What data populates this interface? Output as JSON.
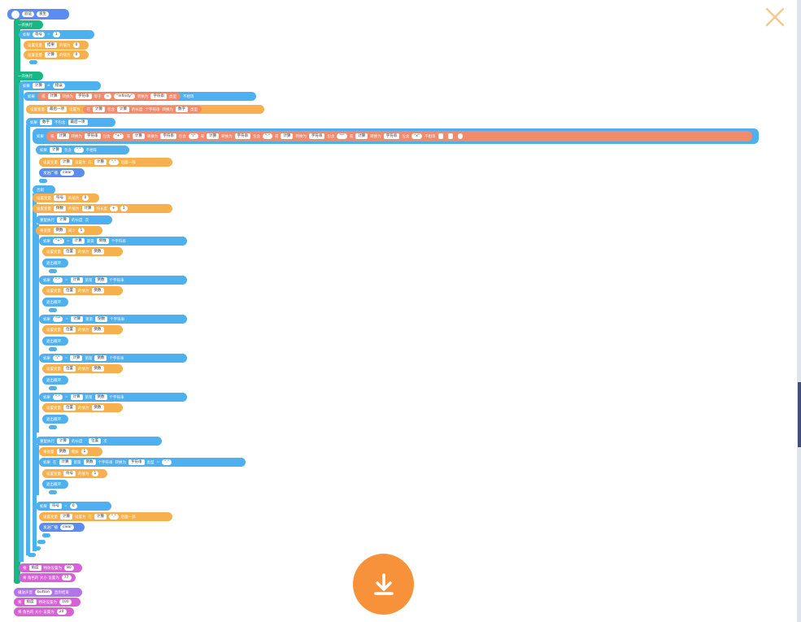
{
  "header": {
    "icon": "flag-icon",
    "tokens": [
      "验证",
      "发生"
    ]
  },
  "sections": [
    {
      "label": "一开执行"
    },
    {
      "label": "一开执行"
    }
  ],
  "rows": [
    [
      "如果",
      "等号",
      "=",
      "1"
    ],
    [
      "设置变量",
      "结果",
      "的值为",
      "0"
    ],
    [
      "设置变量",
      "计算",
      "的值为",
      "0"
    ],
    [
      "如果",
      "计算",
      "≠",
      "错误"
    ],
    [
      "如果",
      "或",
      "计算",
      "转换为",
      "字符串",
      "等于",
      "=",
      "\"Infinity\"",
      "转换为",
      "字符串",
      "类型",
      "不相等"
    ],
    [
      "设置变量",
      "最后一项",
      "设置为",
      "在",
      "计算",
      "包含",
      "计算",
      "的长度",
      "个字符串",
      "转换为",
      "数字",
      "类型"
    ],
    [
      "如果",
      "数字",
      "不包含",
      "最后一项"
    ],
    [
      "如果",
      "或",
      "计算",
      "转换为",
      "字符串",
      "包含",
      "\"+\"",
      "或",
      "计算",
      "转换为",
      "字符串",
      "包含",
      "\"/\"",
      "或",
      "计算",
      "转换为",
      "字符串",
      "包含",
      "\"-\"",
      "或",
      "计算",
      "转换为",
      "字符串",
      "包含",
      "\"*\"",
      "或",
      "计算",
      "转换为",
      "字符串",
      "包含",
      "\"x\"",
      "不相等"
    ],
    [
      "如果",
      "计算",
      "包含",
      "\".\"",
      "不相等"
    ],
    [
      "设置变量",
      "计算",
      "设置为",
      "在",
      "计算",
      "\".\"",
      "后面一部"
    ],
    [
      "发送广播",
      "clear"
    ],
    [
      "否则"
    ],
    [
      "设置变量",
      "符号",
      "的值为",
      "0"
    ],
    [
      "设置变量",
      "倒数",
      "的值为",
      "计算",
      "的长度",
      "+",
      "1"
    ],
    [
      "重复执行",
      "计算",
      "的长度",
      "次"
    ],
    [
      "将变量",
      "倒数",
      "减少",
      "1"
    ],
    [
      "如果",
      "\"+\"",
      "=",
      "计算",
      "第第",
      "倒数",
      "个字符串"
    ],
    [
      "设置变量",
      "位置",
      "的值为",
      "倒数"
    ],
    [
      "退出循环"
    ],
    [
      "如果",
      "\"-\"",
      "=",
      "计算",
      "第第",
      "倒数",
      "个字符串"
    ],
    [
      "设置变量",
      "位置",
      "的值为",
      "倒数"
    ],
    [
      "退出循环"
    ],
    [
      "如果",
      "\"*\"",
      "=",
      "计算",
      "第第",
      "倒数",
      "个字符串"
    ],
    [
      "设置变量",
      "位置",
      "的值为",
      "倒数"
    ],
    [
      "退出循环"
    ],
    [
      "如果",
      "\"/\"",
      "=",
      "计算",
      "第第",
      "倒数",
      "个字符串"
    ],
    [
      "设置变量",
      "位置",
      "的值为",
      "倒数"
    ],
    [
      "退出循环"
    ],
    [
      "如果",
      "\"-\"",
      "=",
      "计算",
      "第第",
      "倒数",
      "个字符串"
    ],
    [
      "设置变量",
      "位置",
      "的值为",
      "倒数"
    ],
    [
      "退出循环"
    ],
    [
      "重复执行",
      "计算",
      "的长度",
      "-",
      "位置",
      "次"
    ],
    [
      "将变量",
      "倒数",
      "增加",
      "1"
    ],
    [
      "如果",
      "在",
      "计算",
      "第第",
      "倒数",
      "个字符串",
      "转换为",
      "字符串",
      "类型",
      "=",
      "\".\""
    ],
    [
      "设置变量",
      "符号",
      "的值为",
      "1"
    ],
    [
      "退出循环"
    ],
    [
      "如果",
      "符号",
      "=",
      "0"
    ],
    [
      "设置变量",
      "计算",
      "设置为",
      "在",
      "计算",
      "\".\"",
      "后面一部"
    ],
    [
      "发送广播",
      "clear"
    ],
    [
      "将",
      "角度",
      "特效设置为",
      "80"
    ],
    [
      "将 角色的 大小 设置为",
      "77"
    ],
    [
      "播放声音",
      "button",
      "直到结束"
    ],
    [
      "将",
      "角度",
      "特效设置为",
      "100"
    ],
    [
      "将 角色的 大小 设置为",
      "20"
    ]
  ]
}
